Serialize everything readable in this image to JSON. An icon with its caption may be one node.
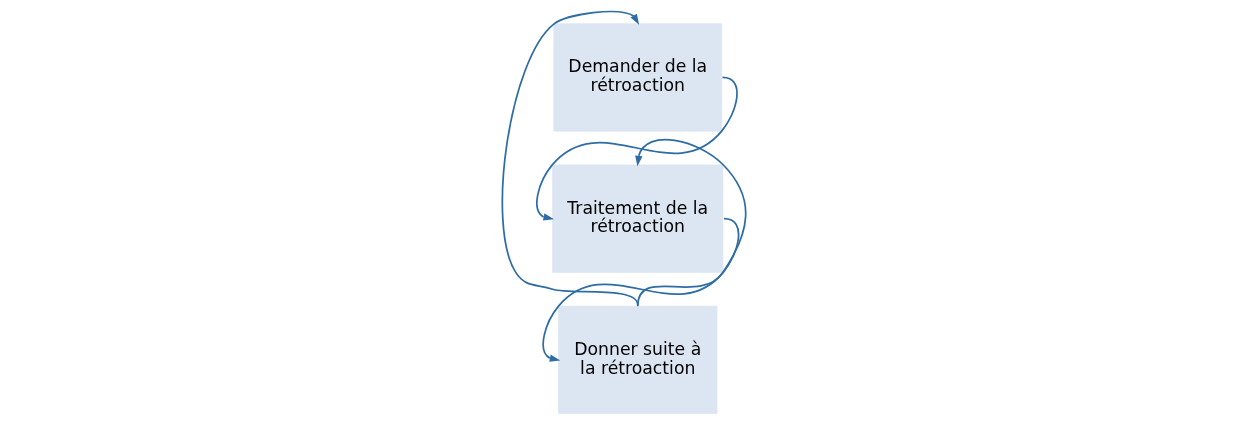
{
  "diagram": {
    "nodes": [
      {
        "text": [
          "Demander de la rétroaction"
        ]
      },
      {
        "text": [
          "Traitement de la rétroaction"
        ]
      },
      {
        "text": [
          "Donner suite à la rétroaction"
        ]
      }
    ],
    "edges": [
      {
        "from": 0,
        "to": 1,
        "arrow": "to"
      },
      {
        "from": 1,
        "to": 2,
        "arrow": "to"
      },
      {
        "from": 2,
        "to": 0,
        "arrow": "to"
      },
      {
        "from": 2,
        "to": 1,
        "arrow": "to"
      }
    ]
  }
}
